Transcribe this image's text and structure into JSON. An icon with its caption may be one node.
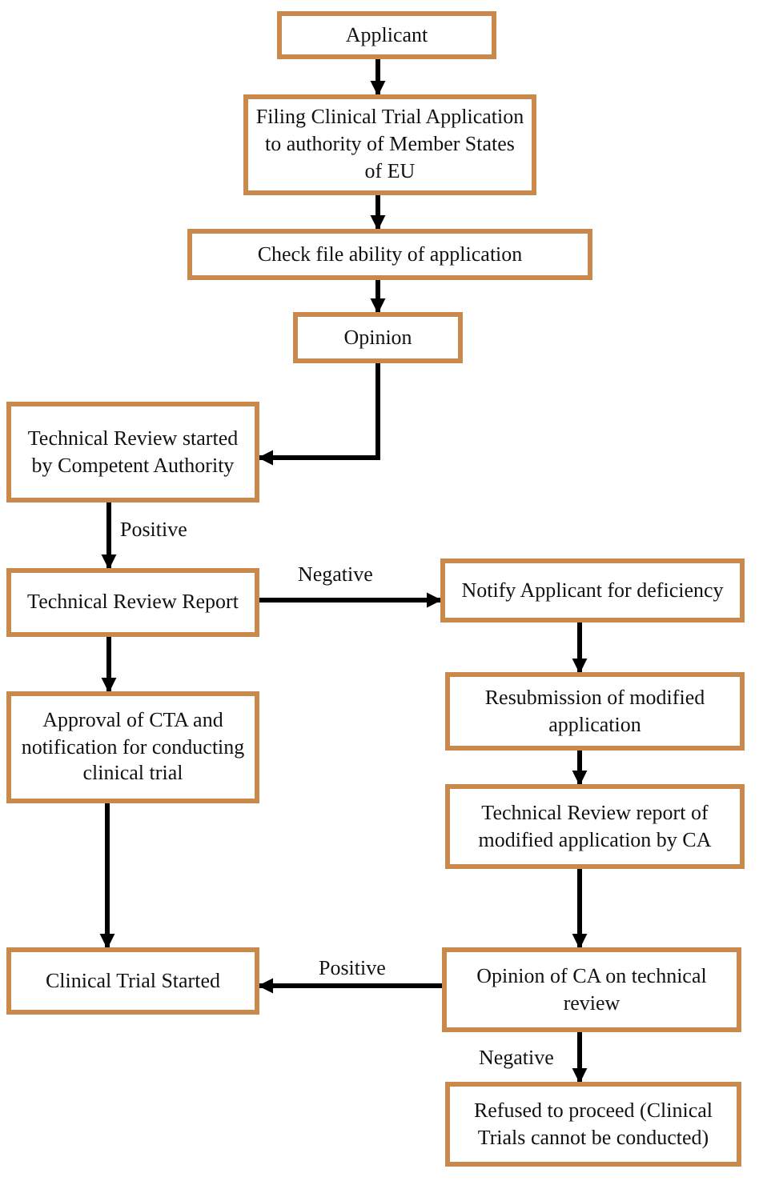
{
  "diagram": {
    "nodes": [
      {
        "text": [
          "Applicant"
        ]
      },
      {
        "text": [
          "Filing Clinical Trial Application to authority of Member States of EU"
        ]
      },
      {
        "text": [
          "Check file ability of application"
        ]
      },
      {
        "text": [
          "Opinion"
        ]
      },
      {
        "text": [
          "Technical Review started by Competent Authority"
        ]
      },
      {
        "text": [
          "Technical Review Report"
        ]
      },
      {
        "text": [
          "Notify Applicant for deficiency"
        ]
      },
      {
        "text": [
          "Approval of CTA and notification for conducting clinical trial"
        ]
      },
      {
        "text": [
          "Resubmission of modified application"
        ]
      },
      {
        "text": [
          "Technical Review report of modified application by CA"
        ]
      },
      {
        "text": [
          "Clinical Trial Started"
        ]
      },
      {
        "text": [
          "Opinion of CA on technical review"
        ]
      },
      {
        "text": [
          "Refused to proceed (Clinical Trials cannot be conducted)"
        ]
      }
    ],
    "edges": [
      {
        "from": 0,
        "to": 1,
        "arrow": "to"
      },
      {
        "from": 1,
        "to": 2,
        "arrow": "to"
      },
      {
        "from": 2,
        "to": 3,
        "arrow": "to"
      },
      {
        "from": 3,
        "to": 4,
        "arrow": "to"
      },
      {
        "from": 4,
        "to": 5,
        "arrow": "to",
        "label": "Positive"
      },
      {
        "from": 5,
        "to": 6,
        "arrow": "to",
        "label": "Negative"
      },
      {
        "from": 5,
        "to": 7,
        "arrow": "to"
      },
      {
        "from": 6,
        "to": 8,
        "arrow": "to"
      },
      {
        "from": 8,
        "to": 9,
        "arrow": "to"
      },
      {
        "from": 9,
        "to": 11,
        "arrow": "to"
      },
      {
        "from": 7,
        "to": 10,
        "arrow": "to"
      },
      {
        "from": 11,
        "to": 10,
        "arrow": "to",
        "label": "Positive"
      },
      {
        "from": 11,
        "to": 12,
        "arrow": "to",
        "label": "Negative"
      }
    ]
  }
}
